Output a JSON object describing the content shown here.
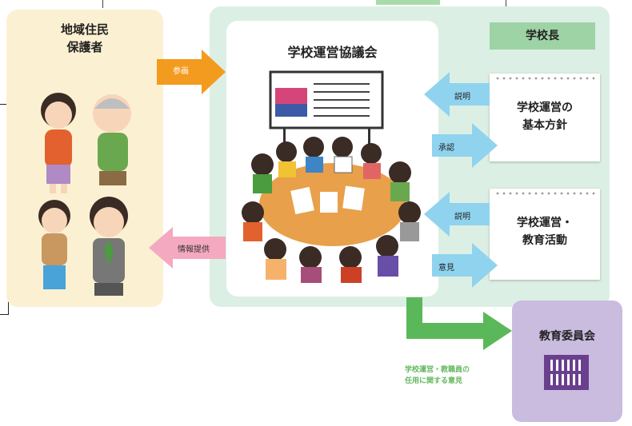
{
  "left_panel": {
    "title_line1": "地域住民",
    "title_line2": "保護者"
  },
  "council": {
    "title": "学校運営協議会"
  },
  "principal": {
    "label": "学校長"
  },
  "arrows": {
    "participation": "参画",
    "information": "情報提供",
    "explain_top": "説明",
    "approve": "承認",
    "explain_bottom": "説明",
    "opinion": "意見"
  },
  "board_policy": {
    "line1": "学校運営の",
    "line2": "基本方針"
  },
  "school_activities": {
    "line1": "学校運営・",
    "line2": "教育活動"
  },
  "education_board": {
    "label": "教育委員会"
  },
  "caption": {
    "line1": "学校運営・教職員の",
    "line2": "任用に関する意見"
  },
  "colors": {
    "orange_arrow": "#f39b1f",
    "blue_arrow": "#8fd3ef",
    "pink_arrow": "#f4a9c1",
    "green_arrow": "#5bb85a",
    "purple": "#6a3f8d"
  }
}
